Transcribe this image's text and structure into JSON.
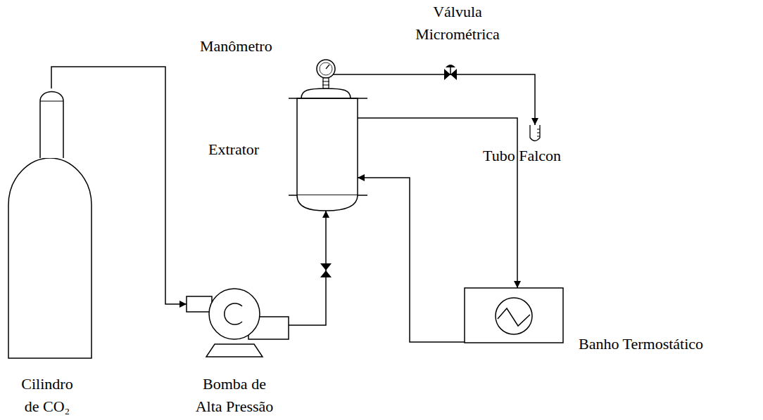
{
  "diagram": {
    "nodes": [
      {
        "text": [
          "Cilindro de CO₂"
        ]
      },
      {
        "text": [
          "Bomba de Alta Pressão"
        ]
      },
      {
        "text": [
          "Extrator"
        ]
      },
      {
        "text": [
          "Banho Termostático"
        ]
      },
      {
        "text": [
          "Tubo Falcon"
        ]
      }
    ],
    "edges": [
      {
        "from": 0,
        "to": 1,
        "arrow": "to"
      },
      {
        "from": 1,
        "to": 2,
        "arrow": "to"
      },
      {
        "from": 2,
        "to": 3,
        "arrow": "to"
      },
      {
        "from": 3,
        "to": 2,
        "arrow": "to"
      },
      {
        "from": 2,
        "to": 4,
        "arrow": "to"
      }
    ],
    "labels": [
      "Manômetro",
      "Válvula Micrométrica"
    ]
  }
}
